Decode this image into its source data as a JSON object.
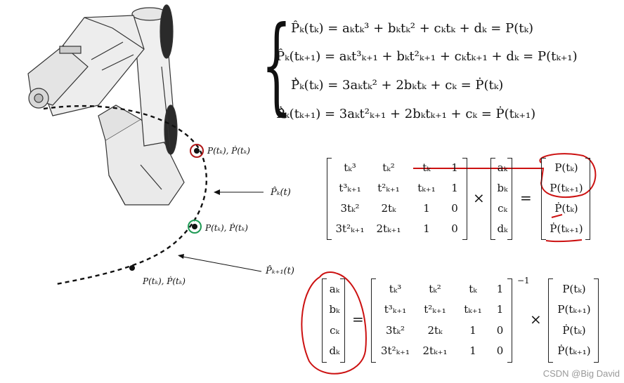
{
  "system": {
    "eq1": "P̂ₖ(tₖ) = aₖtₖ³ + bₖtₖ² + cₖtₖ + dₖ = P(tₖ)",
    "eq2": "P̂ₖ(tₖ₊₁) = aₖt³ₖ₊₁ + bₖt²ₖ₊₁ + cₖtₖ₊₁ + dₖ = P(tₖ₊₁)",
    "eq3": "Ṗ̂ₖ(tₖ) = 3aₖtₖ² + 2bₖtₖ + cₖ = Ṗ(tₖ)",
    "eq4": "Ṗ̂ₖ(tₖ₊₁) = 3aₖt²ₖ₊₁ + 2bₖtₖ₊₁ + cₖ = Ṗ(tₖ₊₁)"
  },
  "trajectory": {
    "point_top": "P(tₖ), Ṗ(tₖ)",
    "point_mid": "P(tₖ), Ṗ(tₖ)",
    "point_low": "P(tₖ), Ṗ(tₖ)",
    "curve_label_k": "P̂ₖ(t)",
    "curve_label_k1": "P̂ₖ₊₁(t)"
  },
  "matrix_eq": {
    "M": [
      [
        "tₖ³",
        "tₖ²",
        "tₖ",
        "1"
      ],
      [
        "t³ₖ₊₁",
        "t²ₖ₊₁",
        "tₖ₊₁",
        "1"
      ],
      [
        "3tₖ²",
        "2tₖ",
        "1",
        "0"
      ],
      [
        "3t²ₖ₊₁",
        "2tₖ₊₁",
        "1",
        "0"
      ]
    ],
    "coeffs": [
      "aₖ",
      "bₖ",
      "cₖ",
      "dₖ"
    ],
    "rhs": [
      "P(tₖ)",
      "P(tₖ₊₁)",
      "Ṗ(tₖ)",
      "Ṗ(tₖ₊₁)"
    ],
    "times": "×",
    "equals": "="
  },
  "solution_eq": {
    "coeffs": [
      "aₖ",
      "bₖ",
      "cₖ",
      "dₖ"
    ],
    "M": [
      [
        "tₖ³",
        "tₖ²",
        "tₖ",
        "1"
      ],
      [
        "t³ₖ₊₁",
        "t²ₖ₊₁",
        "tₖ₊₁",
        "1"
      ],
      [
        "3tₖ²",
        "2tₖ",
        "1",
        "0"
      ],
      [
        "3t²ₖ₊₁",
        "2tₖ₊₁",
        "1",
        "0"
      ]
    ],
    "inverse": "−1",
    "rhs": [
      "P(tₖ)",
      "P(tₖ₊₁)",
      "Ṗ(tₖ)",
      "Ṗ(tₖ₊₁)"
    ],
    "times": "×",
    "equals": "="
  },
  "colors": {
    "annotation_red": "#cc1111",
    "marker_red": "#b01818",
    "marker_green": "#1f9a55"
  },
  "watermark": "CSDN @Big David"
}
